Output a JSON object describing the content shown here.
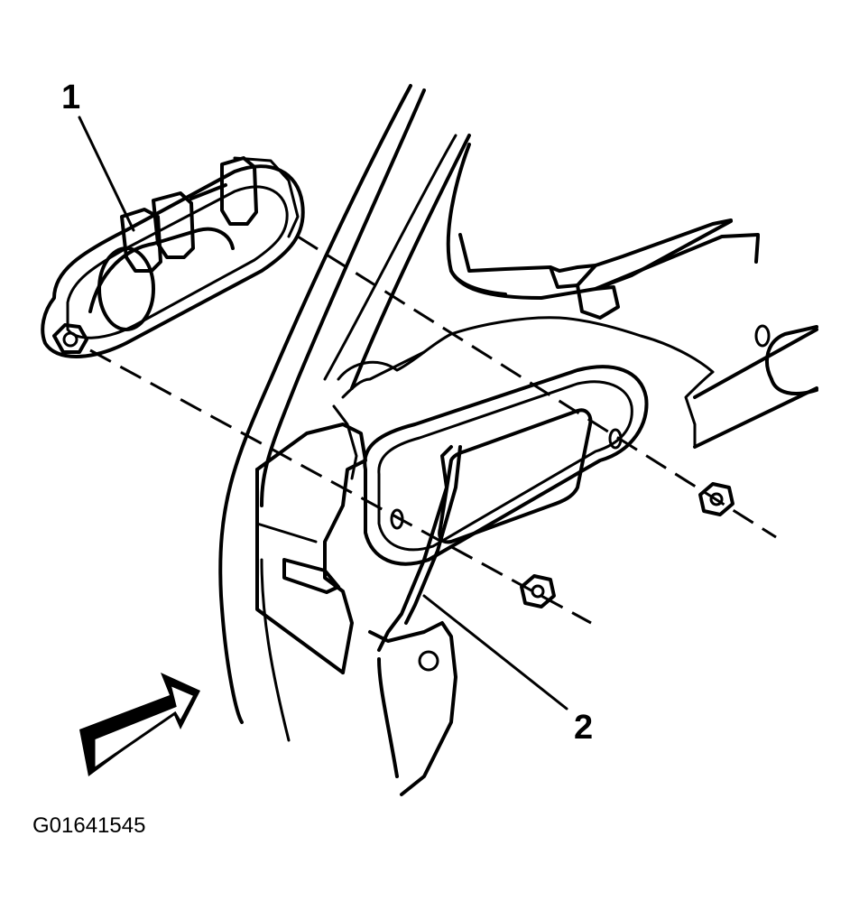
{
  "callouts": [
    {
      "number": "1"
    },
    {
      "number": "2"
    }
  ],
  "figure_id": "G01641545",
  "icons": {
    "view_direction": "view-direction-arrow-icon",
    "fastener_nut": "hex-nut-icon"
  }
}
